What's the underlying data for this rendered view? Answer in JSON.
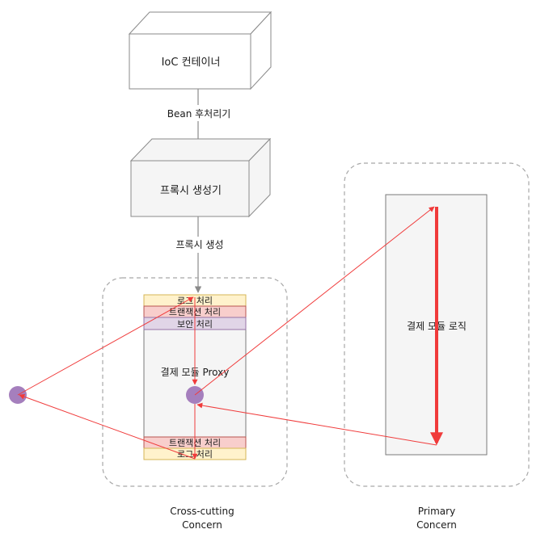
{
  "nodes": {
    "ioc": "IoC 컨테이너",
    "proxy_generator": "프록시 생성기",
    "payment_proxy": "결제 모듈 Proxy",
    "payment_logic": "결제 모듈 로직"
  },
  "edges": {
    "bean_postprocessor": "Bean 후처리기",
    "create_proxy": "프록시 생성"
  },
  "proxy_layers": {
    "top": [
      "로그 처리",
      "트랜잭션 처리",
      "보안 처리"
    ],
    "bottom": [
      "트랜잭션 처리",
      "로그 처리"
    ]
  },
  "groups": {
    "cross_cutting": [
      "Cross-cutting",
      "Concern"
    ],
    "primary": [
      "Primary",
      "Concern"
    ]
  },
  "colors": {
    "arrow_red": "#f03b3b",
    "purple_dot": "#a57fbd",
    "log_fill": "#fff2cc",
    "tx_fill": "#f8cecc",
    "security_fill": "#e1d5e7",
    "box_fill": "#f5f5f5"
  }
}
